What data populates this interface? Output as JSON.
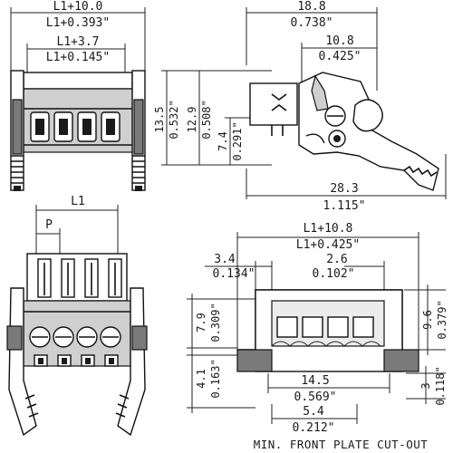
{
  "front_top": {
    "w_total": "L1+10.0",
    "w_total_in": "L1+0.393\"",
    "w_pitch": "L1+3.7",
    "w_pitch_in": "L1+0.145\""
  },
  "side_view": {
    "width": "18.8",
    "width_in": "0.738\"",
    "offset": "10.8",
    "offset_in": "0.425\"",
    "h_total": "13.5",
    "h_total_in": "0.532\"",
    "h_mid": "12.9",
    "h_mid_in": "0.508\"",
    "h_small": "7.4",
    "h_small_in": "0.291\"",
    "length": "28.3",
    "length_in": "1.115\""
  },
  "front_bottom": {
    "l1": "L1",
    "pitch": "P"
  },
  "cutout": {
    "w_total": "L1+10.8",
    "w_total_in": "L1+0.425\"",
    "left": "3.4",
    "left_in": "0.134\"",
    "mid": "2.6",
    "mid_in": "0.102\"",
    "h_left": "7.9",
    "h_left_in": "0.309\"",
    "h_right": "9.6",
    "h_right_in": "0.379\"",
    "h_low": "4.1",
    "h_low_in": "0.163\"",
    "inner": "14.5",
    "inner_in": "0.569\"",
    "h_foot": "3",
    "h_foot_in": "0.118\"",
    "foot": "5.4",
    "foot_in": "0.212\"",
    "caption": "MIN. FRONT PLATE CUT-OUT"
  }
}
